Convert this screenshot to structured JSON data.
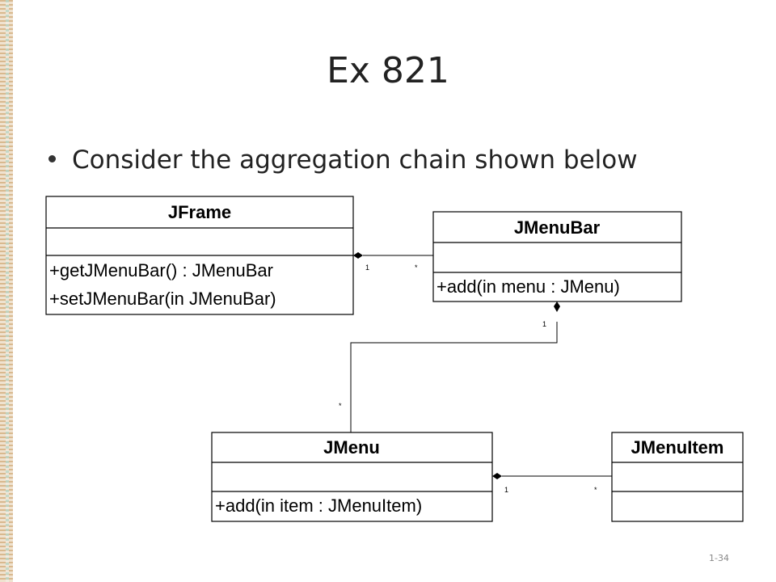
{
  "slide": {
    "title": "Ex 821",
    "bullet": "Consider the aggregation chain shown below",
    "page_number": "1-34"
  },
  "diagram": {
    "classes": {
      "jframe": {
        "name": "JFrame",
        "ops": [
          "+getJMenuBar() : JMenuBar",
          "+setJMenuBar(in JMenuBar)"
        ]
      },
      "jmenubar": {
        "name": "JMenuBar",
        "ops": [
          "+add(in menu : JMenu)"
        ]
      },
      "jmenu": {
        "name": "JMenu",
        "ops": [
          "+add(in item : JMenuItem)"
        ]
      },
      "jmenuitem": {
        "name": "JMenuItem",
        "ops": []
      }
    },
    "associations": {
      "frame_menubar": {
        "whole_mult": "1",
        "part_mult": "*"
      },
      "menubar_menu": {
        "whole_mult": "1",
        "part_mult": "*"
      },
      "menu_item": {
        "whole_mult": "1",
        "part_mult": "*"
      }
    }
  }
}
